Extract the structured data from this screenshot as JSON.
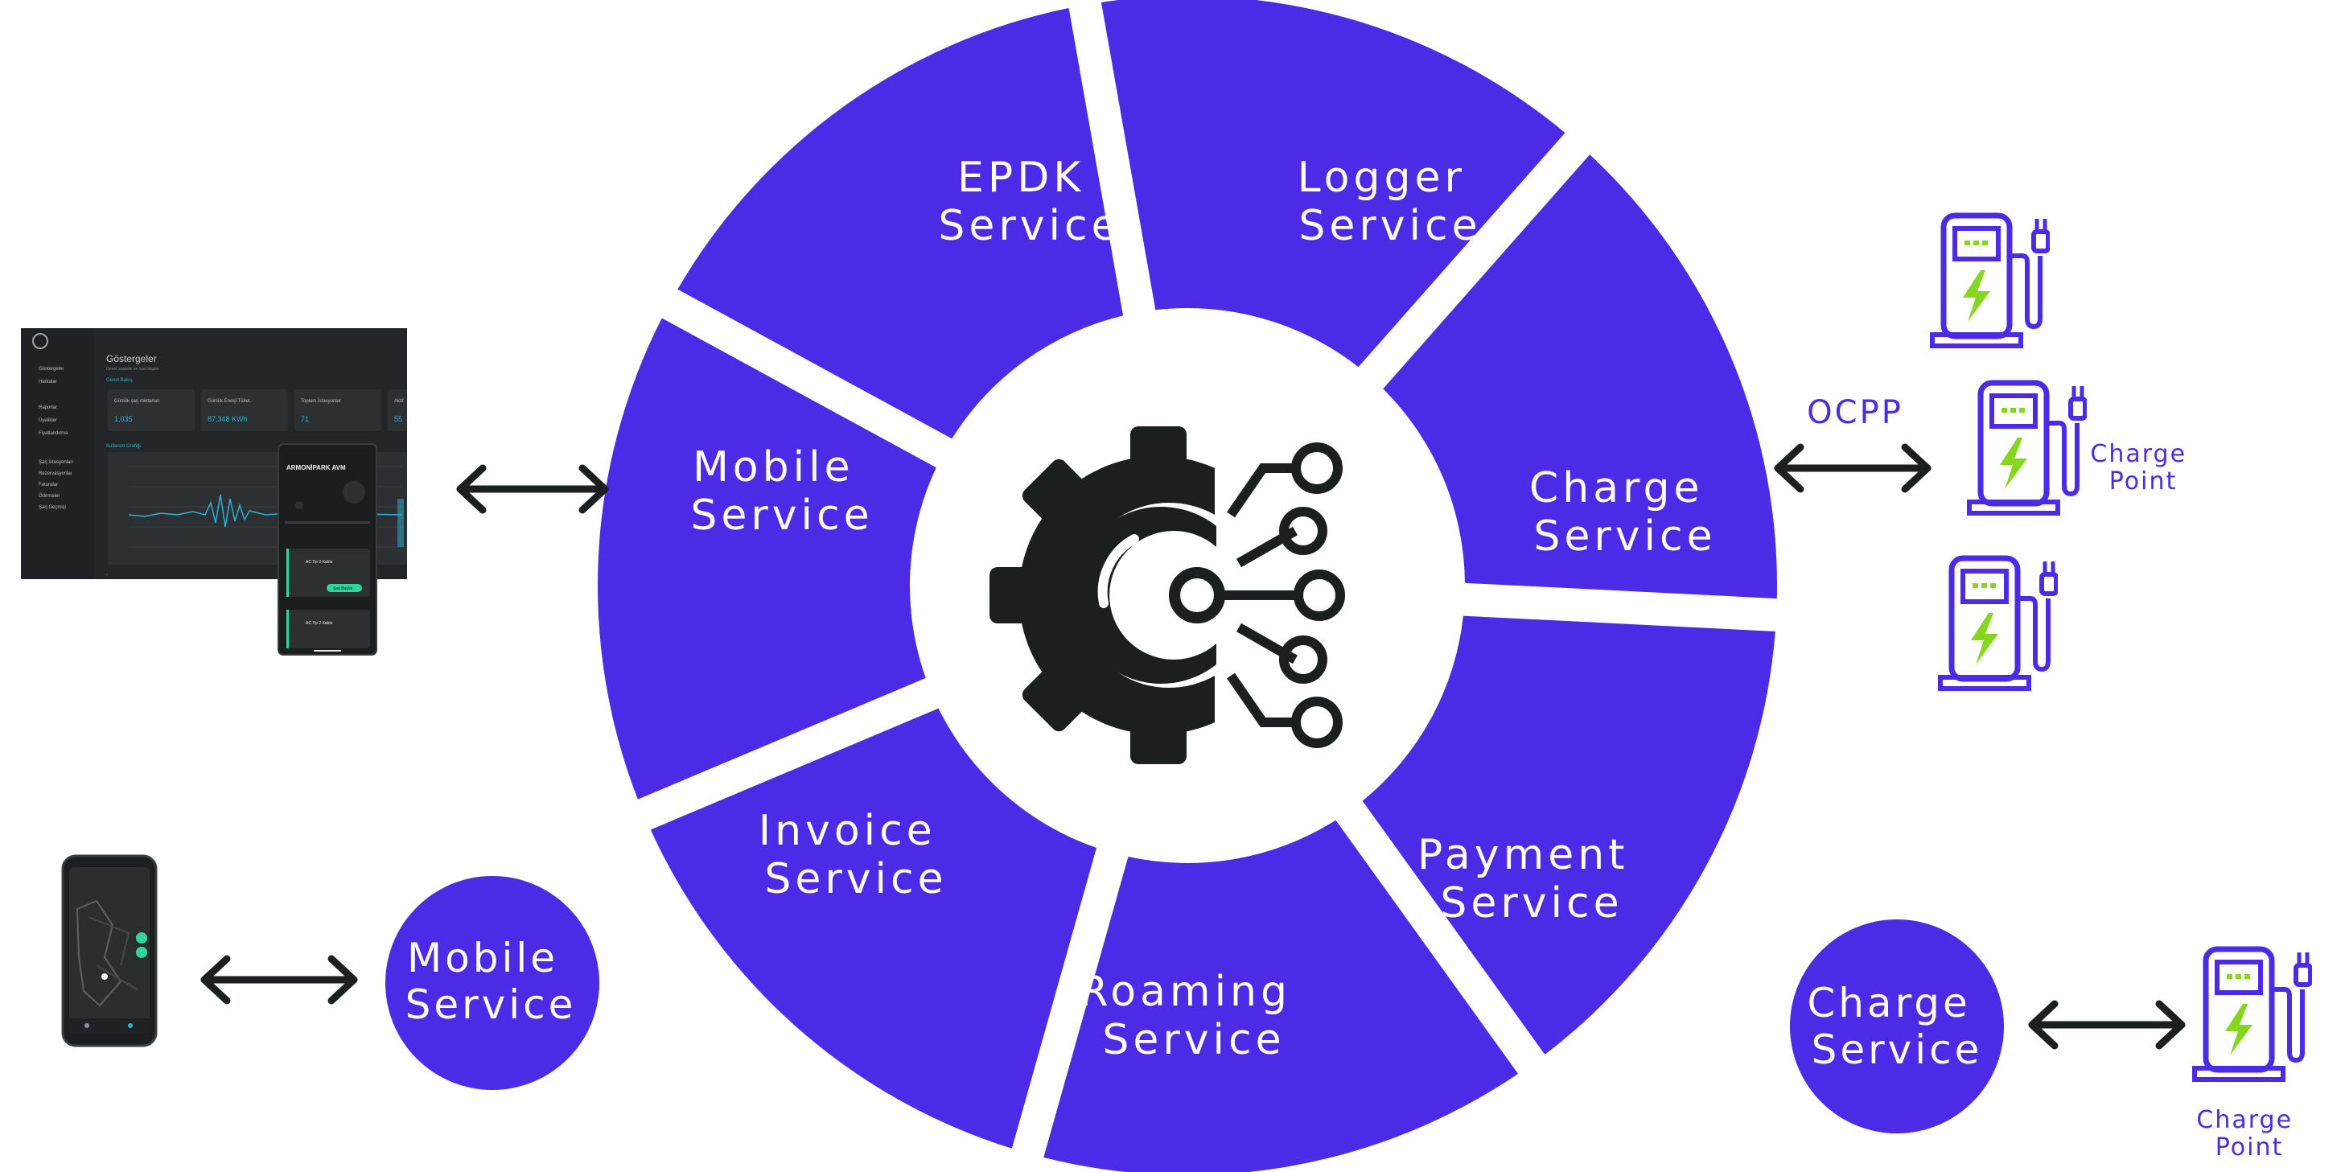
{
  "colors": {
    "accent": "#4b2be6",
    "dark": "#1c1f20",
    "charger_green": "#84d61e",
    "white": "#ffffff",
    "screen_bg": "#232528",
    "card_bg": "#2d3033",
    "cyan": "#2ab3d4"
  },
  "wheel": {
    "segments": [
      {
        "id": "epdk",
        "line1": "EPDK",
        "line2": "Service"
      },
      {
        "id": "logger",
        "line1": "Logger",
        "line2": "Service"
      },
      {
        "id": "charge",
        "line1": "Charge",
        "line2": "Service"
      },
      {
        "id": "payment",
        "line1": "Payment",
        "line2": "Service"
      },
      {
        "id": "roaming",
        "line1": "Roaming",
        "line2": "Service"
      },
      {
        "id": "invoice",
        "line1": "Invoice",
        "line2": "Service"
      },
      {
        "id": "mobile",
        "line1": "Mobile",
        "line2": "Service"
      }
    ],
    "center_icon": "gear-circuit-icon"
  },
  "right_group": {
    "protocol": "OCPP",
    "charge_point_line1": "Charge",
    "charge_point_line2": "Point",
    "icon": "ev-charger-icon"
  },
  "bottom_left": {
    "line1": "Mobile",
    "line2": "Service",
    "icon": "smartphone-map-icon"
  },
  "bottom_right": {
    "line1": "Charge",
    "line2": "Service",
    "charge_point_line1": "Charge",
    "charge_point_line2": "Point",
    "icon": "ev-charger-icon"
  },
  "dashboard": {
    "title": "Göstergeler",
    "subtitle": "Genel istatistik ve özet bilgiler",
    "section": "Genel Bakış",
    "cards": [
      {
        "label": "Günlük şarj miktarları",
        "value": "1,035"
      },
      {
        "label": "Günlük Enerji Tüket.",
        "value": "87,348 KWh"
      },
      {
        "label": "Toplam İstasyonlar",
        "value": "71"
      },
      {
        "label": "Aktif",
        "value": "55"
      }
    ],
    "chart_title": "Kullanım Grafiği",
    "sidebar": [
      "Göstergeler",
      "Haritalar",
      "Raporlar",
      "Üyelikler",
      "Fiyatlandırma",
      "Şarj İstasyonları",
      "Rezervasyonlar",
      "Faturalar",
      "Ödemeler",
      "Şarj Geçmişi"
    ],
    "phone": {
      "title": "ARMONİPARK AVM",
      "card1": "AC Tip 2 Kablo",
      "card2": "AC Tip 2 Kablo",
      "button": "Şarj Başlat"
    }
  }
}
